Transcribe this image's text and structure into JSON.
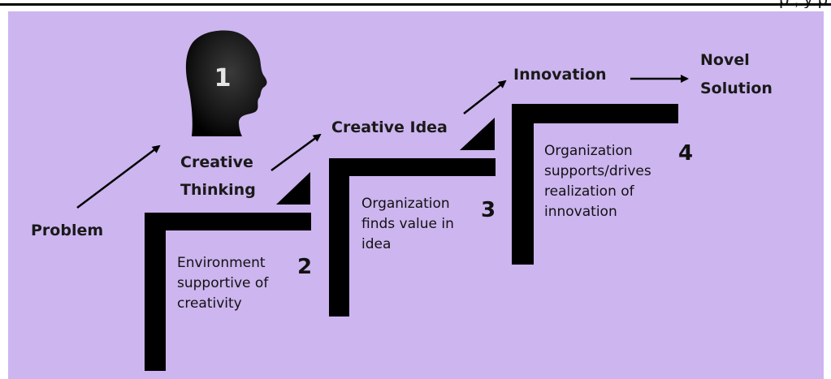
{
  "header": {
    "partial_text": "p          ,              y         p"
  },
  "diagram": {
    "start": "Problem",
    "stages": [
      {
        "number": "1",
        "title_line1": "Creative",
        "title_line2": "Thinking"
      },
      {
        "number": "2",
        "description": "Environment supportive of creativity"
      },
      {
        "number": "3",
        "description": "Organization finds value in idea"
      },
      {
        "number": "4",
        "description": "Organization supports/drives realization of innovation"
      }
    ],
    "creative_idea": "Creative Idea",
    "innovation": "Innovation",
    "solution_line1": "Novel",
    "solution_line2": "Solution"
  },
  "colors": {
    "background": "#cdb5ef",
    "stairs": "#000000",
    "text": "#1a1a1a"
  }
}
